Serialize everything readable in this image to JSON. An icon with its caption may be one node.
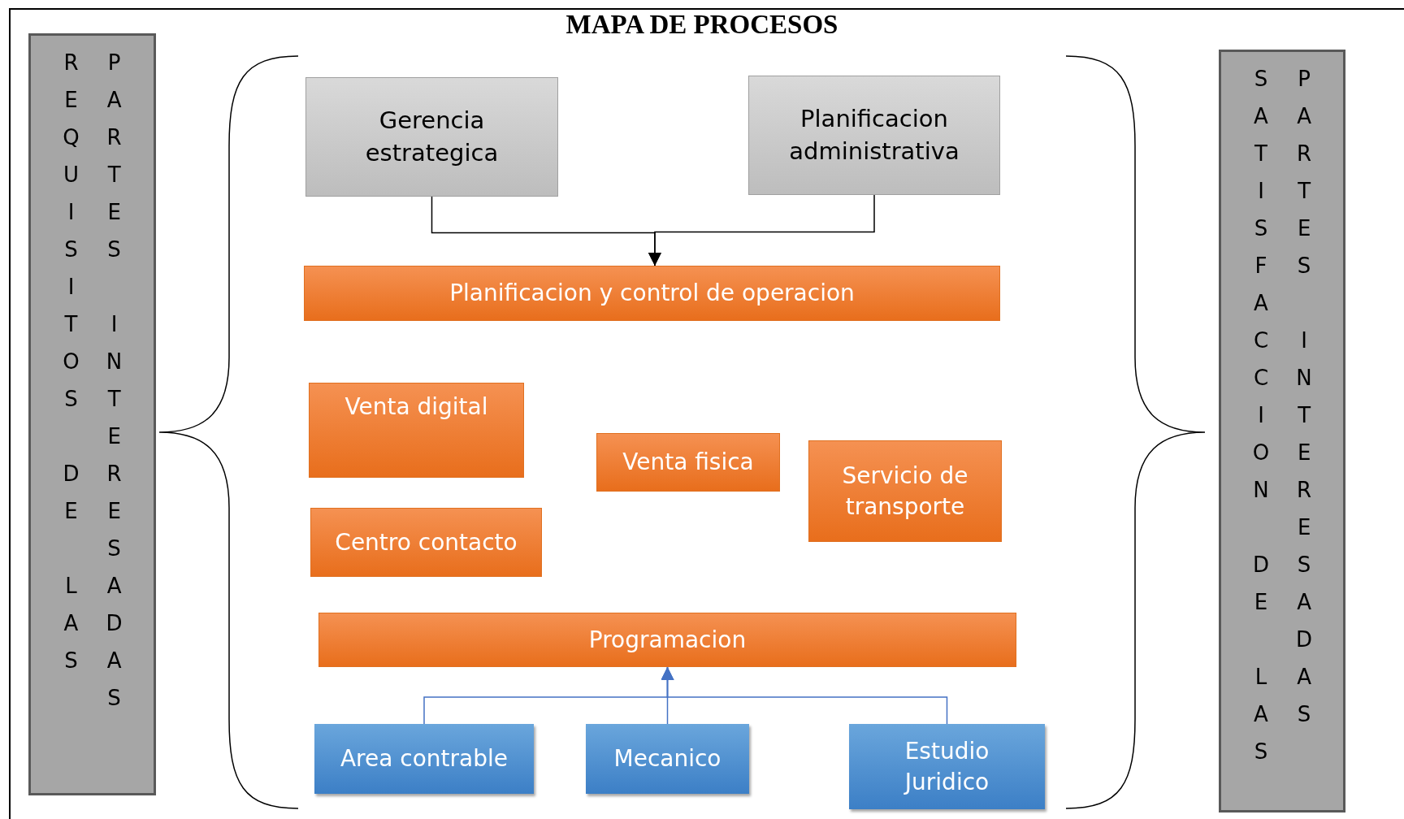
{
  "diagram": {
    "title": "MAPA DE PROCESOS",
    "nodes": [
      {
        "text": [
          "REQUISITOS DE LAS",
          "PARTES INTERESADAS"
        ]
      },
      {
        "text": [
          "Gerencia estrategica"
        ]
      },
      {
        "text": [
          "Planificacion administrativa"
        ]
      },
      {
        "text": [
          "Planificacion y control de operacion"
        ]
      },
      {
        "text": [
          "Venta digital"
        ]
      },
      {
        "text": [
          "Venta fisica"
        ]
      },
      {
        "text": [
          "Servicio de transporte"
        ]
      },
      {
        "text": [
          "Centro contacto"
        ]
      },
      {
        "text": [
          "Programacion"
        ]
      },
      {
        "text": [
          "Area contrable"
        ]
      },
      {
        "text": [
          "Mecanico"
        ]
      },
      {
        "text": [
          "Estudio Juridico"
        ]
      },
      {
        "text": [
          "SATISFACCION DE LAS",
          "PARTES INTERESADAS"
        ]
      }
    ],
    "edges": [
      {
        "from": 1,
        "to": 3,
        "arrow": "to",
        "color": "#000000"
      },
      {
        "from": 2,
        "to": 3,
        "arrow": "to",
        "color": "#000000"
      },
      {
        "from": 9,
        "to": 8,
        "arrow": "to"
      },
      {
        "from": 10,
        "to": 8,
        "arrow": "to"
      },
      {
        "from": 11,
        "to": 8,
        "arrow": "to"
      }
    ]
  }
}
